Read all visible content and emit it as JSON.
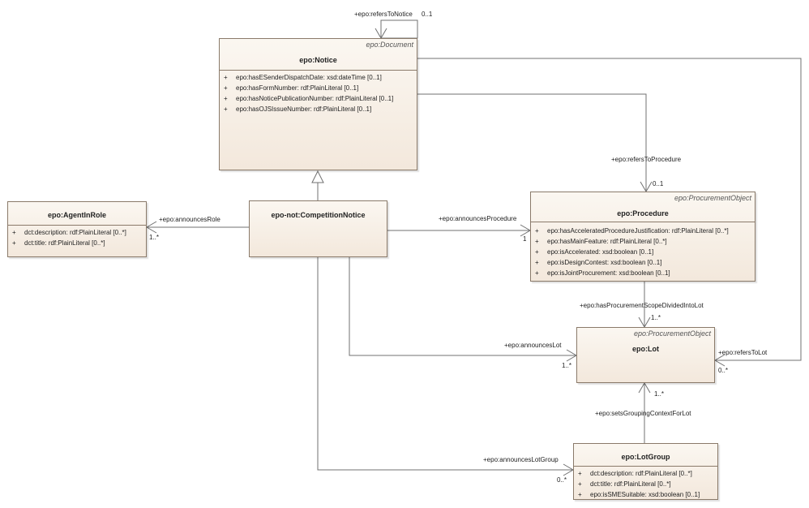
{
  "classes": {
    "notice": {
      "stereotype": "epo:Document",
      "name": "epo:Notice",
      "attributes": [
        {
          "vis": "+",
          "text": "epo:hasESenderDispatchDate: xsd:dateTime [0..1]"
        },
        {
          "vis": "+",
          "text": "epo:hasFormNumber: rdf:PlainLiteral [0..1]"
        },
        {
          "vis": "+",
          "text": "epo:hasNoticePublicationNumber: rdf:PlainLiteral [0..1]"
        },
        {
          "vis": "+",
          "text": "epo:hasOJSIssueNumber: rdf:PlainLiteral [0..1]"
        }
      ]
    },
    "agent_in_role": {
      "name": "epo:AgentInRole",
      "attributes": [
        {
          "vis": "+",
          "text": "dct:description: rdf:PlainLiteral [0..*]"
        },
        {
          "vis": "+",
          "text": "dct:title: rdf:PlainLiteral [0..*]"
        }
      ]
    },
    "competition_notice": {
      "name": "epo-not:CompetitionNotice"
    },
    "procedure": {
      "stereotype": "epo:ProcurementObject",
      "name": "epo:Procedure",
      "attributes": [
        {
          "vis": "+",
          "text": "epo:hasAcceleratedProcedureJustification: rdf:PlainLiteral [0..*]"
        },
        {
          "vis": "+",
          "text": "epo:hasMainFeature: rdf:PlainLiteral [0..*]"
        },
        {
          "vis": "+",
          "text": "epo:isAccelerated: xsd:boolean [0..1]"
        },
        {
          "vis": "+",
          "text": "epo:isDesignContest: xsd:boolean [0..1]"
        },
        {
          "vis": "+",
          "text": "epo:isJointProcurement: xsd:boolean [0..1]"
        }
      ]
    },
    "lot": {
      "stereotype": "epo:ProcurementObject",
      "name": "epo:Lot"
    },
    "lot_group": {
      "name": "epo:LotGroup",
      "attributes": [
        {
          "vis": "+",
          "text": "dct:description: rdf:PlainLiteral [0..*]"
        },
        {
          "vis": "+",
          "text": "dct:title: rdf:PlainLiteral [0..*]"
        },
        {
          "vis": "+",
          "text": "epo:isSMESuitable: xsd:boolean [0..1]"
        }
      ]
    }
  },
  "relations": {
    "refers_to_notice": {
      "role": "+epo:refersToNotice",
      "multiplicity": "0..1"
    },
    "refers_to_procedure": {
      "role": "+epo:refersToProcedure",
      "multiplicity": "0..1"
    },
    "announces_role": {
      "role": "+epo:announcesRole",
      "multiplicity": "1..*"
    },
    "announces_procedure": {
      "role": "+epo:announcesProcedure",
      "multiplicity": "1"
    },
    "has_procurement_scope": {
      "role": "+epo:hasProcurementScopeDividedIntoLot",
      "multiplicity": "1..*"
    },
    "announces_lot": {
      "role": "+epo:announcesLot",
      "multiplicity": "1..*"
    },
    "refers_to_lot": {
      "role": "+epo:refersToLot",
      "multiplicity": "0..*"
    },
    "sets_grouping_context": {
      "role": "+epo:setsGroupingContextForLot",
      "multiplicity": "1..*"
    },
    "announces_lot_group": {
      "role": "+epo:announcesLotGroup",
      "multiplicity": "0..*"
    }
  },
  "colors": {
    "box_fill_top": "#fbf7f1",
    "box_fill_bottom": "#f3e8dc",
    "border": "#8a7a6a",
    "edge": "#707070"
  }
}
